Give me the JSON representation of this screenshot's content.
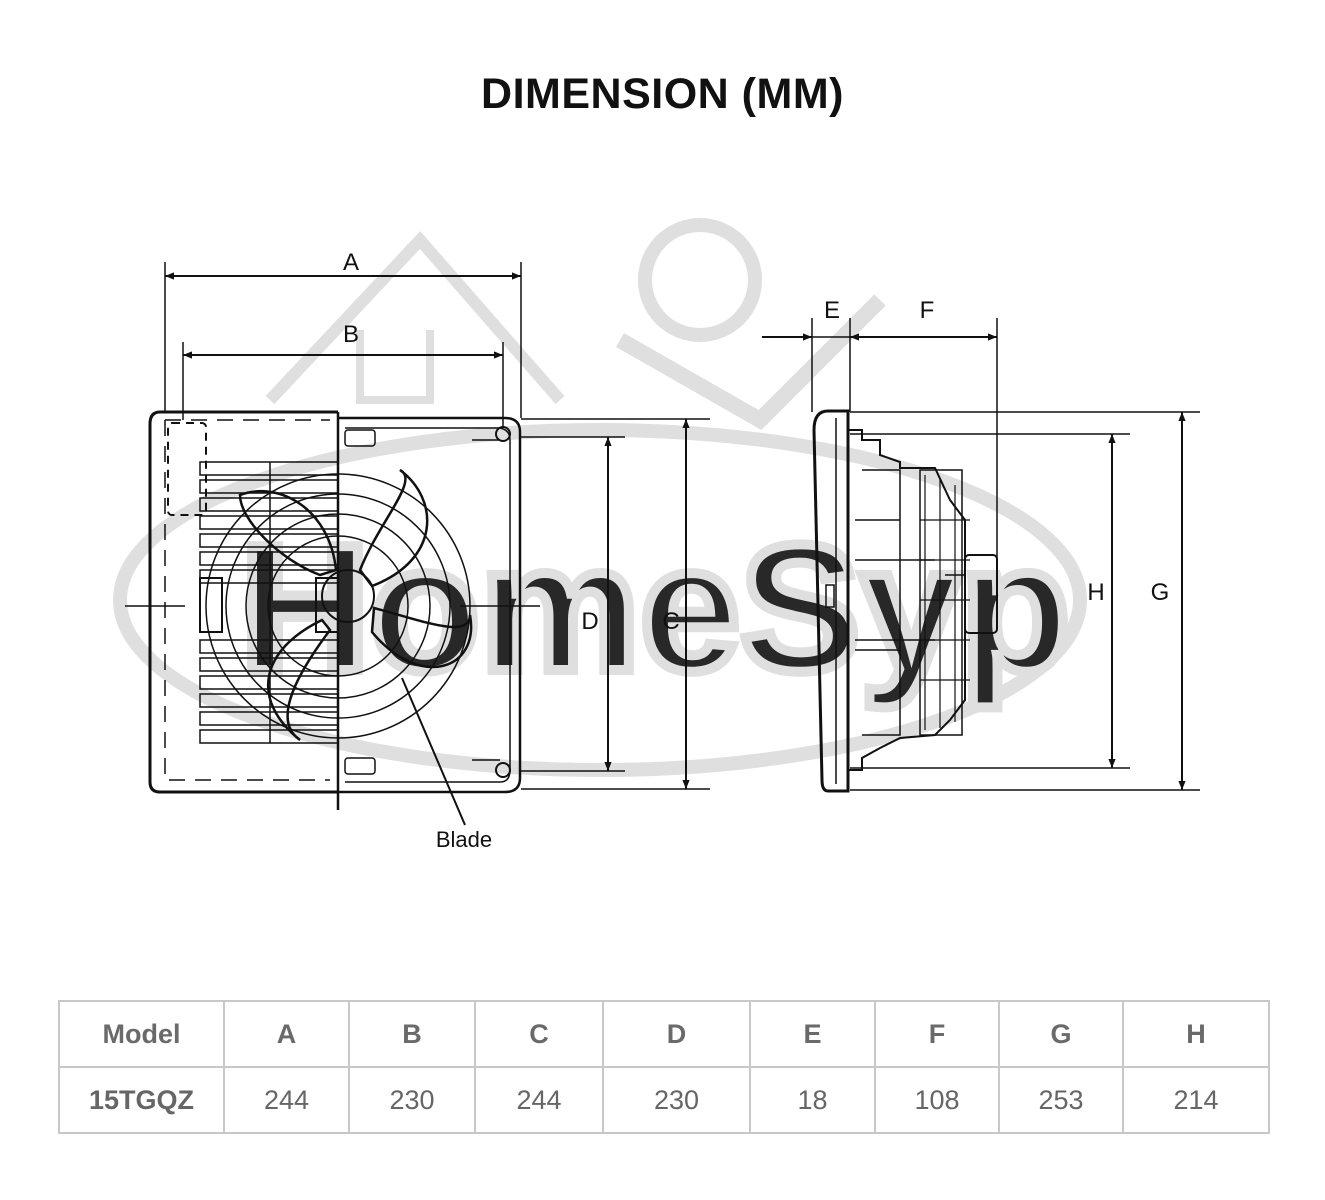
{
  "title": "DIMENSION (MM)",
  "front_view": {
    "dimension_labels": {
      "a": "A",
      "b": "B",
      "c": "C",
      "d": "D"
    },
    "callout": "Blade"
  },
  "side_view": {
    "dimension_labels": {
      "e": "E",
      "f": "F",
      "g": "G",
      "h": "H"
    }
  },
  "watermark": {
    "text": "HomeSyp",
    "icon": "house-and-worker-watermark-icon"
  },
  "table": {
    "headers": [
      "Model",
      "A",
      "B",
      "C",
      "D",
      "E",
      "F",
      "G",
      "H"
    ],
    "rows": [
      [
        "15TGQZ",
        "244",
        "230",
        "244",
        "230",
        "18",
        "108",
        "253",
        "214"
      ]
    ]
  },
  "colors": {
    "line": "#111111",
    "watermark": "#d9d9d9",
    "table_border": "#c8c8c8",
    "table_text": "#666666"
  }
}
